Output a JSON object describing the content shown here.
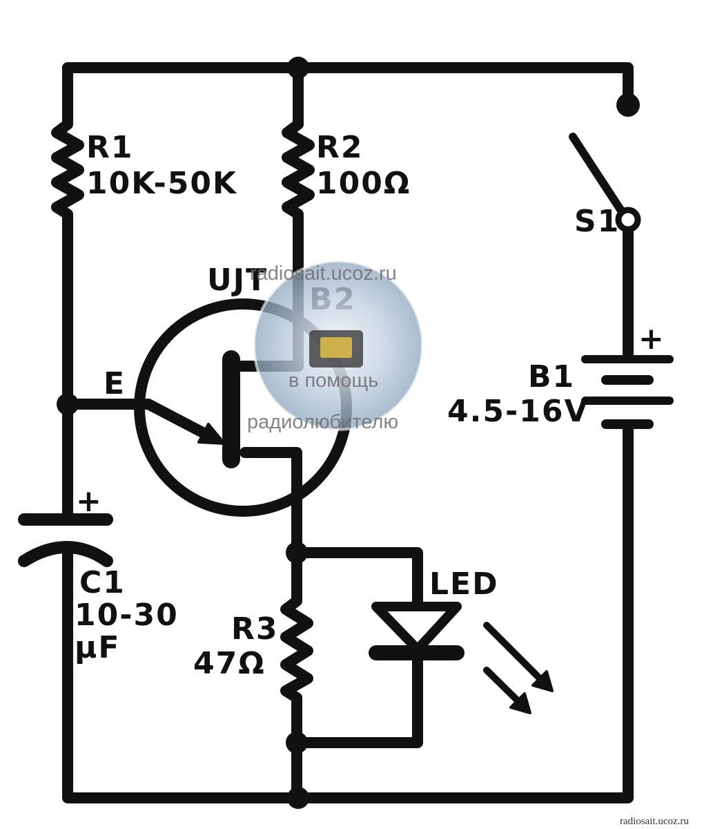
{
  "components": {
    "r1": {
      "ref": "R1",
      "value": "10K-50K"
    },
    "r2": {
      "ref": "R2",
      "value": "100Ω"
    },
    "r3": {
      "ref": "R3",
      "value": "47Ω"
    },
    "ujt": {
      "label": "UJT",
      "emitter": "E",
      "base2": "B2"
    },
    "c1": {
      "ref": "C1",
      "value": "10-30",
      "unit": "μF",
      "polarity": "+"
    },
    "b1": {
      "ref": "B1",
      "value": "4.5-16V",
      "polarity": "+"
    },
    "s1": {
      "ref": "S1"
    },
    "led": {
      "ref": "LED"
    }
  },
  "watermark": {
    "site": "radiosait.ucoz.ru",
    "line1": "в помощь",
    "line2": "радиолюбителю",
    "corner": "radiosait.ucoz.ru"
  },
  "colors": {
    "ink": "#111111",
    "background": "#ffffff",
    "watermark_disc": "#9fb3c8"
  }
}
